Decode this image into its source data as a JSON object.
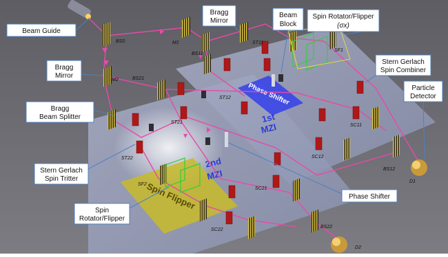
{
  "callouts": {
    "beam_guide": "Beam Guide",
    "bragg_mirror_top": [
      "Bragg",
      "Mirror"
    ],
    "beam_block": [
      "Beam",
      "Block"
    ],
    "spin_rotator_top": [
      "Spin Rotator/Flipper",
      "(σx)"
    ],
    "bragg_mirror_left": [
      "Bragg",
      "Mirror"
    ],
    "stern_gerlach_combiner": [
      "Stern Gerlach",
      "Spin Combiner"
    ],
    "particle_detector": [
      "Particle",
      "Detector"
    ],
    "bragg_beam_splitter": [
      "Bragg",
      "Beam Splitter"
    ],
    "stern_gerlach_tritter": [
      "Stern Gerlach",
      "Spin Tritter"
    ],
    "phase_shifter": "Phase Shifter",
    "spin_rotator_bottom": [
      "Spin",
      "Rotator/Flipper"
    ]
  },
  "component_labels": {
    "bs0": "BS0",
    "m1": "M1",
    "bs11": "BS11",
    "st11": "ST11",
    "sf1": "SF1",
    "m2": "M2",
    "bs21": "BS21",
    "st12": "ST12",
    "sc11": "SC11",
    "st21": "ST21",
    "st22": "ST22",
    "sc12": "SC12",
    "bs12": "BS12",
    "d1": "D1",
    "sf2": "SF2",
    "sc21": "SC21",
    "sc22": "SC22",
    "bs22": "BS22",
    "d2": "D2"
  },
  "plane_labels": {
    "first_mzi": [
      "1st",
      "MZI"
    ],
    "second_mzi": [
      "2nd",
      "MZI"
    ],
    "phase_shifter_plate": "Phase Shifter",
    "spin_flipper_plate": "Spin Flipper"
  },
  "colors": {
    "beam": "#e84aa8",
    "callout_border": "#4f81bd",
    "platform": "#9aa3c0",
    "background": "#6f6f76",
    "sg_block": "#b01818",
    "flipper_plate": "#c8bb2a",
    "phase_plate": "#3a45e8"
  }
}
